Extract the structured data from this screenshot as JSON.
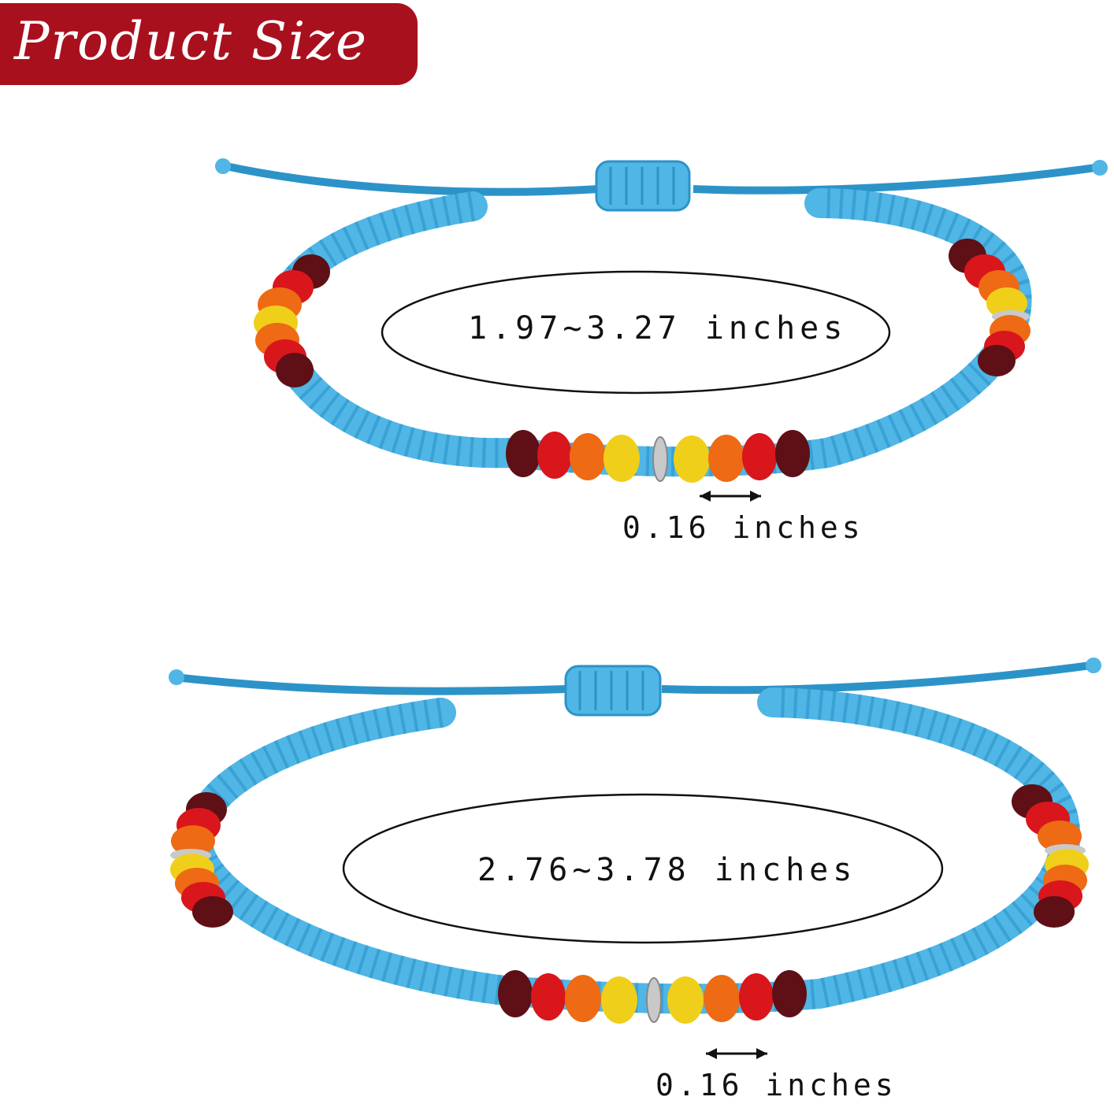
{
  "banner": {
    "title": "Product Size",
    "color": "#a9101e"
  },
  "bracelets": [
    {
      "length_range": "1.97~3.27 inches",
      "bead_size": "0.16 inches"
    },
    {
      "length_range": "2.76~3.78 inches",
      "bead_size": "0.16 inches"
    }
  ],
  "colors": {
    "cord": "#4fb6e6",
    "cord_dark": "#2c93c8",
    "bead_colors": [
      "#5e1016",
      "#d8161c",
      "#ee6a14",
      "#f0cf1a",
      "#c9c9c9"
    ]
  }
}
